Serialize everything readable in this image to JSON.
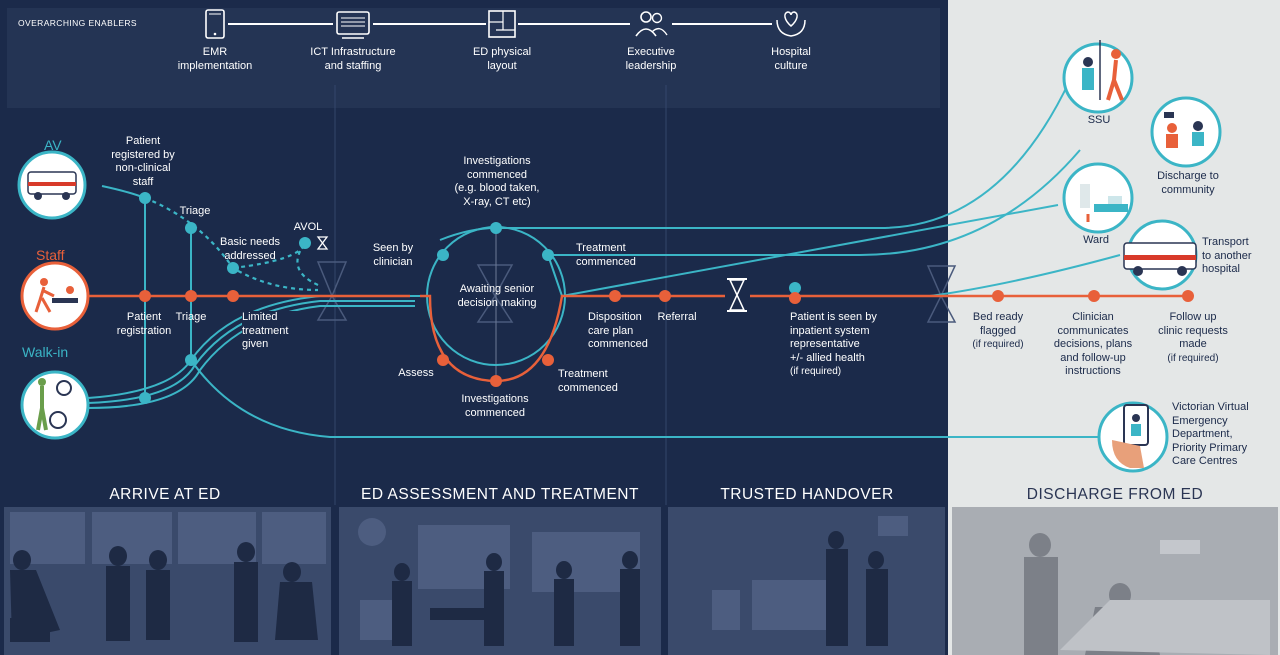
{
  "enablers": {
    "heading": "OVERARCHING ENABLERS",
    "items": [
      {
        "label": "EMR\nimplementation",
        "icon": "tablet-icon"
      },
      {
        "label": "ICT Infrastructure\nand staffing",
        "icon": "computer-icon"
      },
      {
        "label": "ED physical\nlayout",
        "icon": "floorplan-icon"
      },
      {
        "label": "Executive\nleadership",
        "icon": "people-icon"
      },
      {
        "label": "Hospital\nculture",
        "icon": "heart-hands-icon"
      }
    ]
  },
  "sources": {
    "av": "AV",
    "staff": "Staff",
    "walkin": "Walk-in"
  },
  "arrive": {
    "registered_non_clinical": "Patient\nregistered by\nnon-clinical\nstaff",
    "triage_top": "Triage",
    "basic_needs": "Basic needs\naddressed",
    "avol": "AVOL",
    "patient_registration": "Patient\nregistration",
    "triage_bottom": "Triage",
    "limited_treatment": "Limited\ntreatment\ngiven"
  },
  "assessment": {
    "investigations_top": "Investigations\ncommenced\n(e.g. blood taken,\nX-ray, CT etc)",
    "seen_by_clinician": "Seen by\nclinician",
    "awaiting": "Awaiting senior\ndecision making",
    "treatment_top": "Treatment\ncommenced",
    "assess": "Assess",
    "investigations_bottom": "Investigations\ncommenced",
    "treatment_bottom": "Treatment\ncommenced",
    "disposition": "Disposition\ncare plan\ncommenced",
    "referral": "Referral"
  },
  "handover": {
    "inpatient": "Patient is seen by\ninpatient system\nrepresentative\n+/- allied health",
    "if_required": "(if required)"
  },
  "discharge": {
    "bed_ready": "Bed ready\nflagged",
    "bed_if": "(if required)",
    "clinician": "Clinician\ncommunicates\ndecisions, plans\nand follow-up\ninstructions",
    "follow_up": "Follow up\nclinic requests\nmade",
    "follow_if": "(if required)",
    "ssu": "SSU",
    "community": "Discharge to\ncommunity",
    "ward": "Ward",
    "transport": "Transport\nto another\nhospital",
    "virtual": "Victorian Virtual\nEmergency\nDepartment,\nPriority Primary\nCare Centres"
  },
  "sections": {
    "arrive": "ARRIVE AT ED",
    "assessment": "ED ASSESSMENT AND TREATMENT",
    "handover": "TRUSTED HANDOVER",
    "discharge": "DISCHARGE FROM ED"
  },
  "colors": {
    "navy": "#1b2a4a",
    "panel": "#243454",
    "cyan": "#3bb5c6",
    "orange": "#e8603a",
    "grey_panel": "#e4e7e7",
    "photo_dark": "#3a4a6b",
    "photo_grey": "#a9adb3"
  }
}
